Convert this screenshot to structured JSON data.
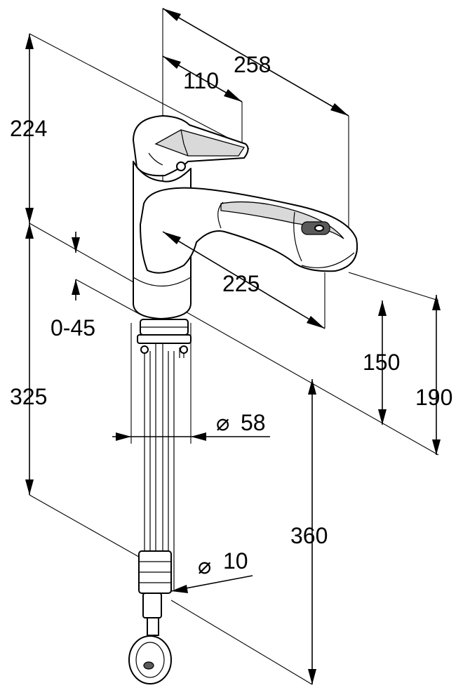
{
  "dimensions": {
    "overall_height_above_deck": "224",
    "spout_reach": "258",
    "lever_reach": "110",
    "spout_swivel": "225",
    "deck_thickness": "0-45",
    "below_deck_length": "325",
    "spout_outlet_height": "150",
    "spout_top_height": "190",
    "hole_diameter": "58",
    "hose_length": "360",
    "hose_diameter": "10"
  },
  "symbols": {
    "diameter": "⌀"
  },
  "colors": {
    "line": "#000000",
    "background": "#ffffff",
    "shade": "#d9d9d9"
  }
}
